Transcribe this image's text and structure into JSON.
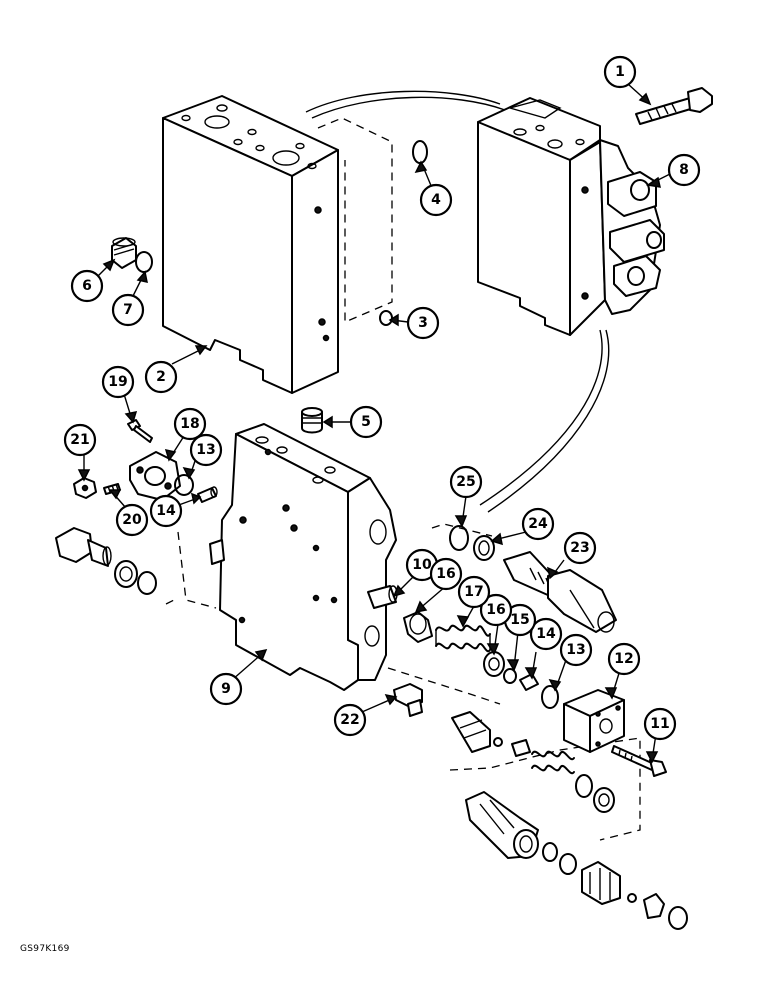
{
  "figure": {
    "reference_code": "GS97K169"
  },
  "callouts": [
    {
      "id": "c1",
      "label": "1"
    },
    {
      "id": "c2",
      "label": "2"
    },
    {
      "id": "c3",
      "label": "3"
    },
    {
      "id": "c4",
      "label": "4"
    },
    {
      "id": "c5",
      "label": "5"
    },
    {
      "id": "c6",
      "label": "6"
    },
    {
      "id": "c7",
      "label": "7"
    },
    {
      "id": "c8",
      "label": "8"
    },
    {
      "id": "c9",
      "label": "9"
    },
    {
      "id": "c10",
      "label": "10"
    },
    {
      "id": "c11",
      "label": "11"
    },
    {
      "id": "c12",
      "label": "12"
    },
    {
      "id": "c13a",
      "label": "13"
    },
    {
      "id": "c13b",
      "label": "13"
    },
    {
      "id": "c14a",
      "label": "14"
    },
    {
      "id": "c14b",
      "label": "14"
    },
    {
      "id": "c15",
      "label": "15"
    },
    {
      "id": "c16a",
      "label": "16"
    },
    {
      "id": "c16b",
      "label": "16"
    },
    {
      "id": "c17",
      "label": "17"
    },
    {
      "id": "c18",
      "label": "18"
    },
    {
      "id": "c19",
      "label": "19"
    },
    {
      "id": "c20",
      "label": "20"
    },
    {
      "id": "c21",
      "label": "21"
    },
    {
      "id": "c22",
      "label": "22"
    },
    {
      "id": "c23",
      "label": "23"
    },
    {
      "id": "c24",
      "label": "24"
    },
    {
      "id": "c25",
      "label": "25"
    }
  ]
}
